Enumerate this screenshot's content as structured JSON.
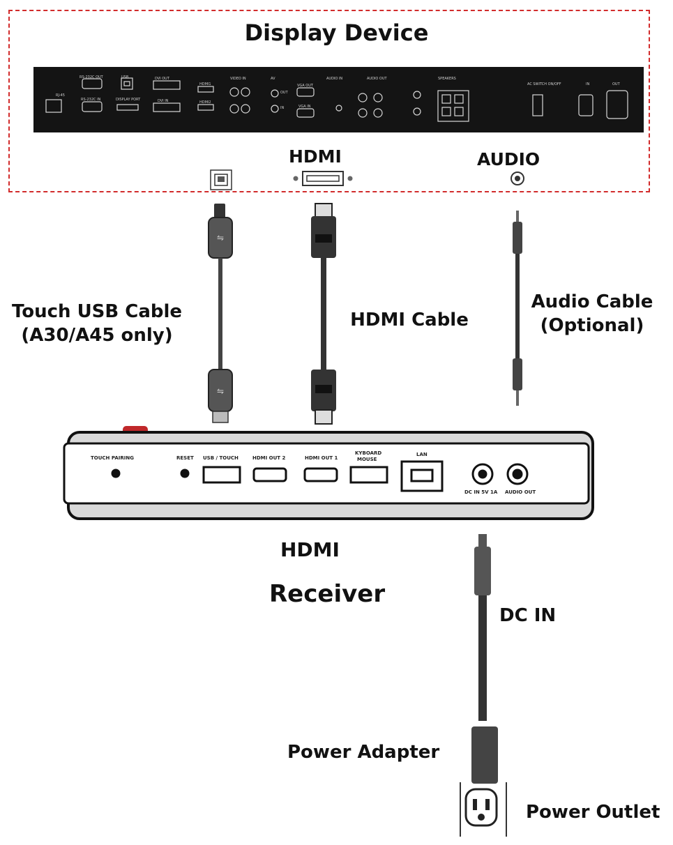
{
  "display": {
    "title": "Display Device",
    "panel_ports": [
      "RJ-45",
      "RS-232C OUT",
      "RS-232C IN",
      "USB",
      "DISPLAY PORT",
      "DVI OUT",
      "DVI IN",
      "HDMI1",
      "HDMI2",
      "VIDEO IN",
      "AV",
      "OUT",
      "IN",
      "VGA OUT",
      "VGA IN",
      "AUDIO IN",
      "AUDIO OUT",
      "SPEAKERS",
      "AC SWITCH ON/OFF",
      "IN",
      "OUT"
    ],
    "hdmi_port_label": "HDMI",
    "audio_port_label": "AUDIO"
  },
  "cables": {
    "usb": {
      "line1": "Touch USB Cable",
      "line2": "(A30/A45 only)"
    },
    "hdmi": {
      "line1": "HDMI Cable"
    },
    "audio": {
      "line1": "Audio Cable",
      "line2": "(Optional)"
    }
  },
  "receiver": {
    "ports": {
      "touch_pairing": "TOUCH PAIRING",
      "reset": "RESET",
      "usb_touch": "USB / TOUCH",
      "hdmi_out_2": "HDMI OUT 2",
      "hdmi_out_1": "HDMI OUT 1",
      "keyboard_mouse_1": "KYBOARD",
      "keyboard_mouse_2": "MOUSE",
      "lan": "LAN",
      "dc_in": "DC IN 5V 1A",
      "audio_out": "AUDIO OUT"
    },
    "name_line1": "HDMI",
    "name_line2": "Receiver"
  },
  "power": {
    "dc_in_label": "DC IN",
    "adapter_label": "Power Adapter",
    "outlet_label": "Power Outlet"
  }
}
